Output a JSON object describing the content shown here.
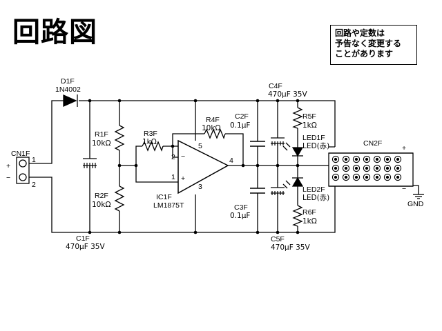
{
  "title": "回路図",
  "notice": [
    "回路や定数は",
    "予告なく変更する",
    "ことがあります"
  ],
  "labels": {
    "d1_ref": "D1F",
    "d1_val": "1N4002",
    "cn1": "CN1F",
    "cn1_pin1": "1",
    "cn1_pin2": "2",
    "plus": "+",
    "minus": "−",
    "c1_ref": "C1F",
    "c1_val": "470μF 35V",
    "r1_ref": "R1F",
    "r1_val": "10kΩ",
    "r2_ref": "R2F",
    "r2_val": "10kΩ",
    "r3_ref": "R3F",
    "r3_val": "1kΩ",
    "r4_ref": "R4F",
    "r4_val": "10kΩ",
    "c2_ref": "C2F",
    "c2_val": "0.1μF",
    "c3_ref": "C3F",
    "c3_val": "0.1μF",
    "c4_ref": "C4F",
    "c4_val": "470μF 35V",
    "c5_ref": "C5F",
    "c5_val": "470μF 35V",
    "ic_ref": "IC1F",
    "ic_val": "LM1875T",
    "ic_p1": "1",
    "ic_p2": "2",
    "ic_p3": "3",
    "ic_p4": "4",
    "ic_p5": "5",
    "r5_ref": "R5F",
    "r5_val": "1kΩ",
    "r6_ref": "R6F",
    "r6_val": "1kΩ",
    "led1_ref": "LED1F",
    "led1_val": "LED(赤)",
    "led2_ref": "LED2F",
    "led2_val": "LED(赤)",
    "cn2": "CN2F",
    "gnd": "GND"
  }
}
